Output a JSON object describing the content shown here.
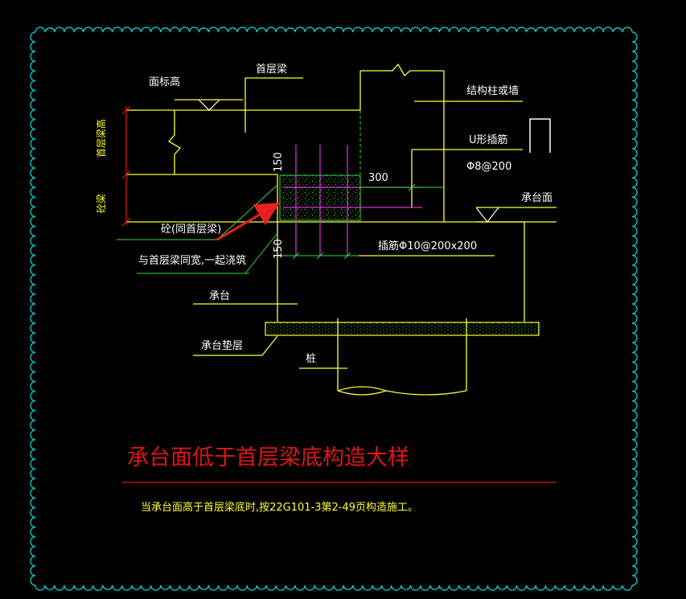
{
  "drawing": {
    "title": "承台面低于首层梁底构造大样",
    "note": "当承台面高于首层梁底时,按22G101-3第2-49页构造施工。",
    "labels": {
      "floor_elevation": "面标高",
      "first_floor_beam": "首层梁",
      "column_or_wall": "结构柱或墙",
      "u_rebar": "U形插筋",
      "u_rebar_spec": "Φ8@200",
      "cap_top": "承台面",
      "beam_height_left": "首层梁高",
      "concrete_left": "砼梁",
      "concrete_note": "砼(同首层梁)",
      "same_width_note": "与首层梁同宽,一起浇筑",
      "dim_300": "300",
      "dim_150_top": "150",
      "dim_150_bottom": "150",
      "dowel_spec": "插筋Φ10@200x200",
      "pile_cap": "承台",
      "cap_cushion": "承台垫层",
      "pile": "桩"
    },
    "colors": {
      "background": "#000000",
      "border": "#00e5e5",
      "lines": "#ffff33",
      "green": "#33dd33",
      "rebar": "#dd33dd",
      "title": "#e01515",
      "arrow": "#e82020",
      "text": "#ffffff"
    }
  }
}
